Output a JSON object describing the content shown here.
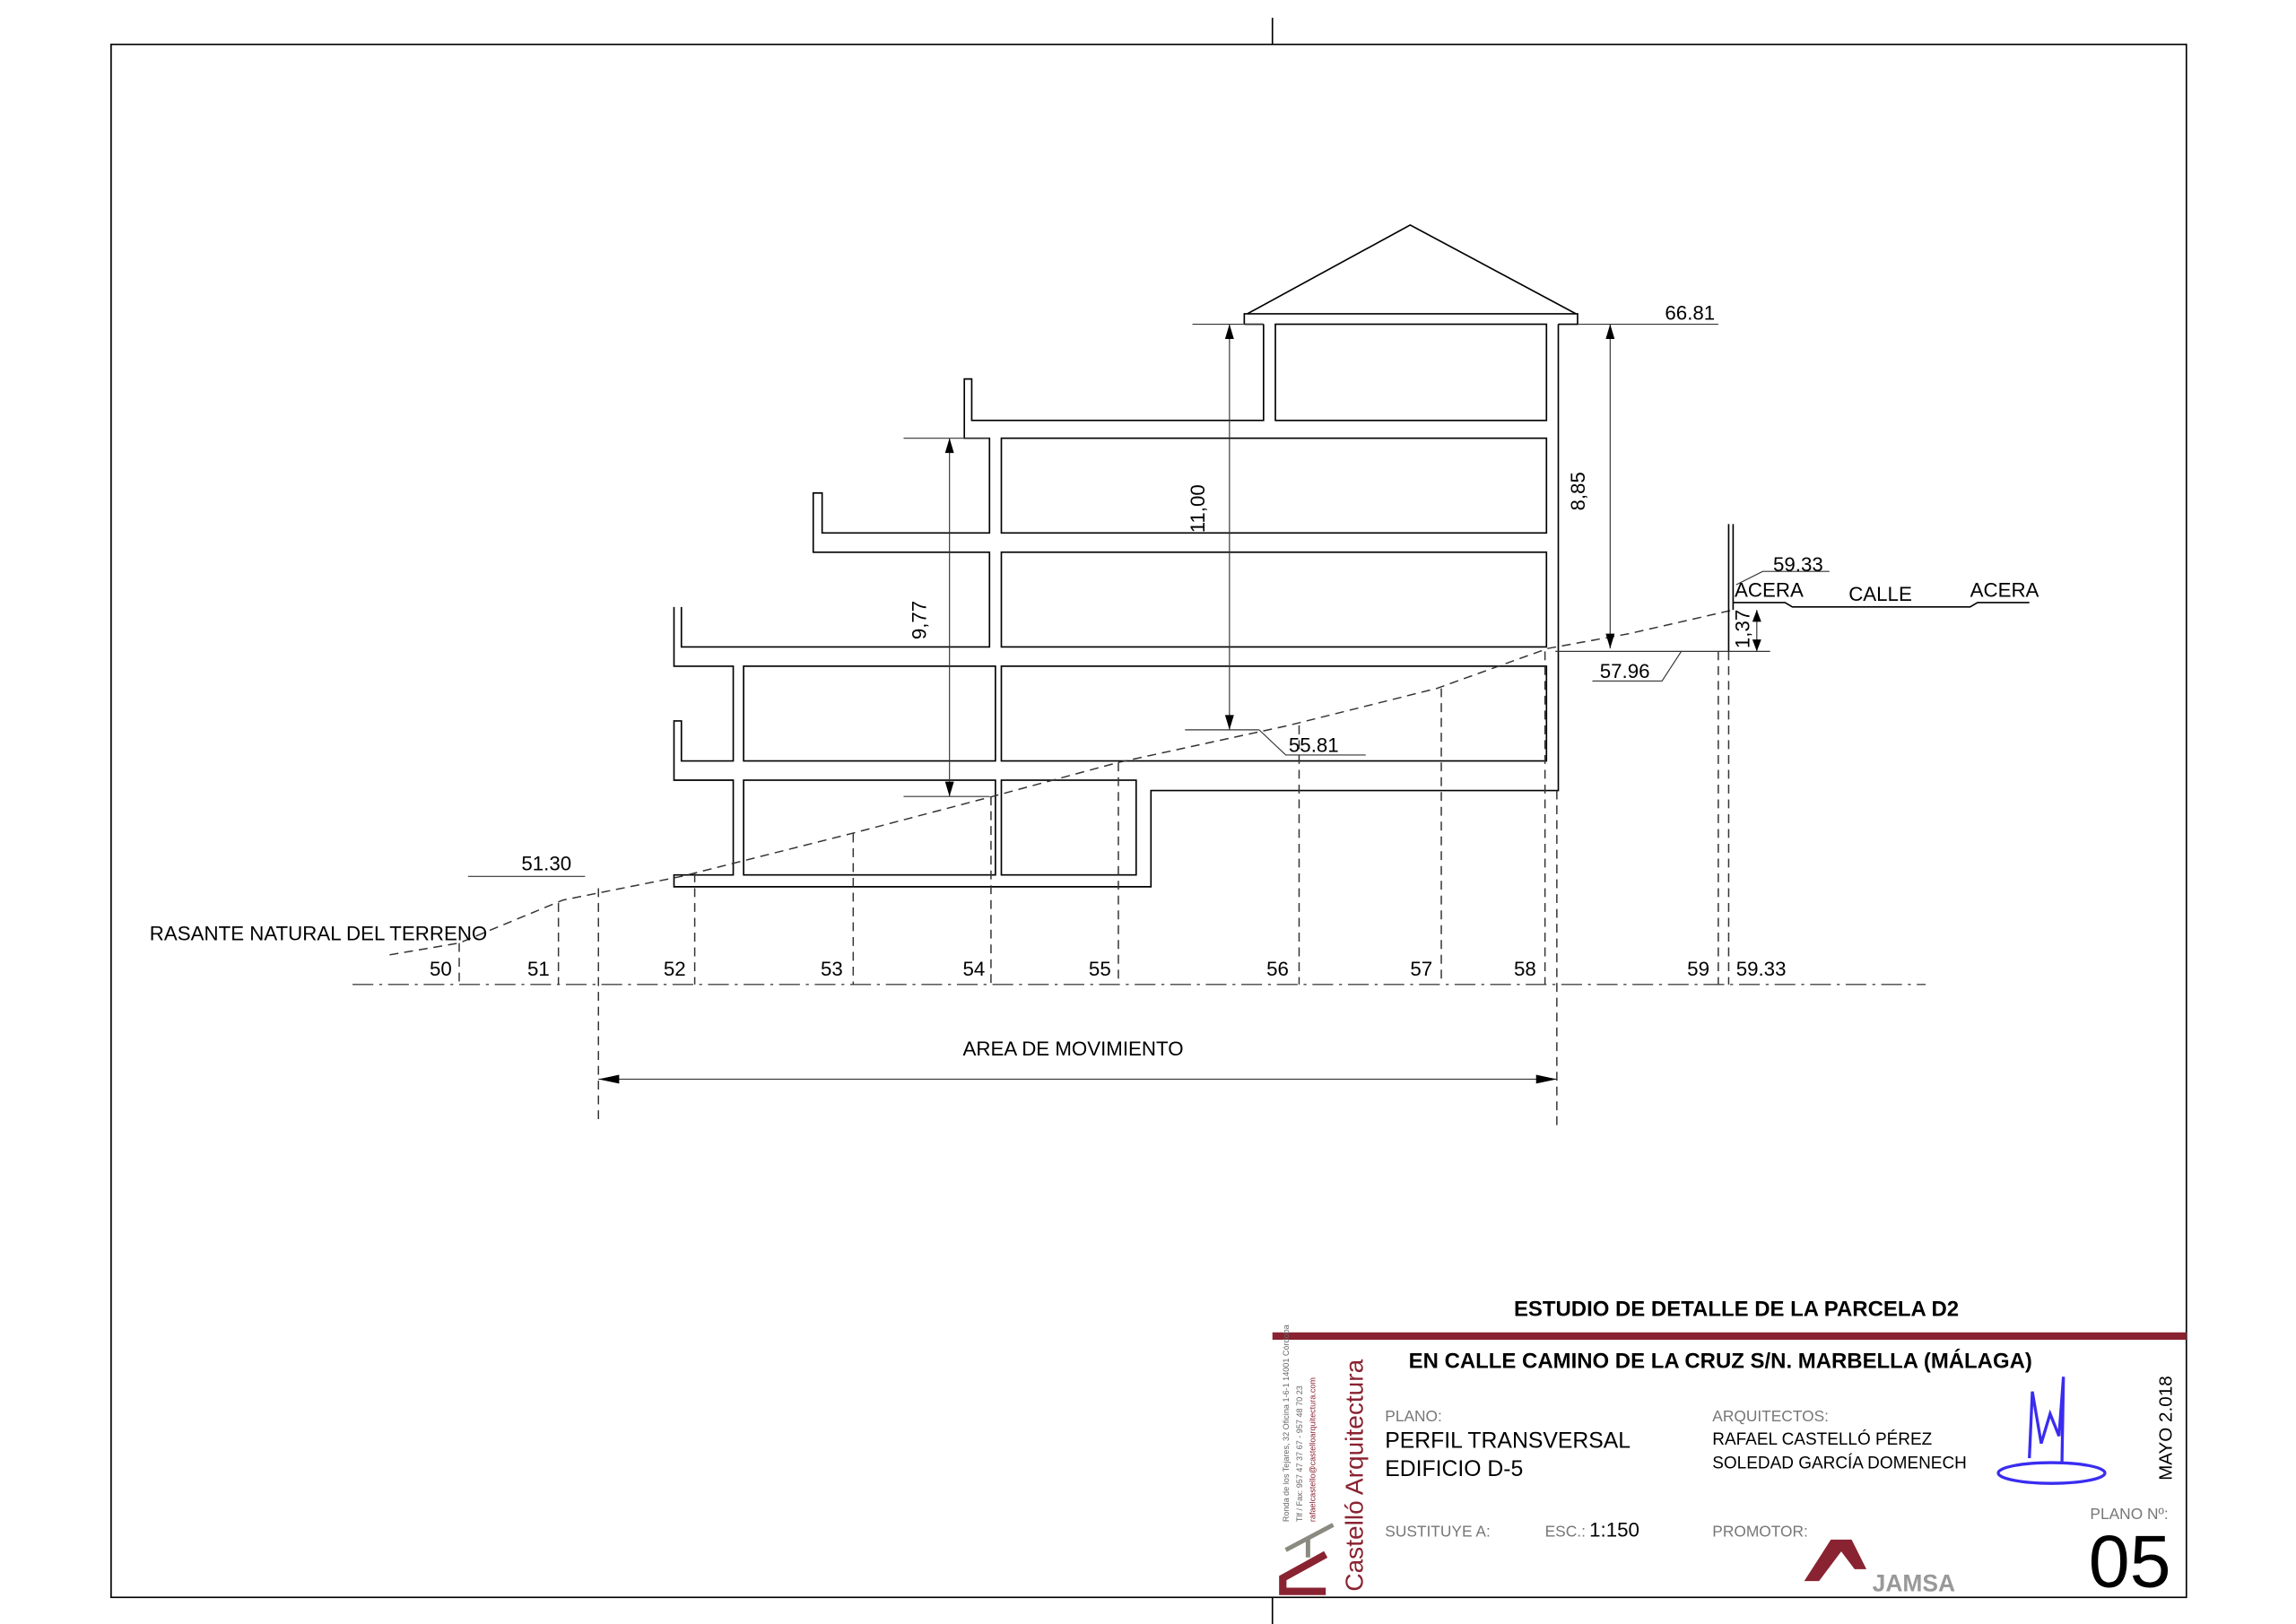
{
  "drawing": {
    "terrain_label": "RASANTE NATURAL DEL TERRENO",
    "levels": {
      "top": "66.81",
      "street": "59.33",
      "ground_right": "57.96",
      "mid": "55.81",
      "left": "51.30"
    },
    "dimensions": {
      "d885": "8,85",
      "d1100": "11,00",
      "d977": "9,77",
      "d137": "1,37"
    },
    "street": {
      "acera_left": "ACERA",
      "calle": "CALLE",
      "acera_right": "ACERA"
    },
    "stations": [
      "50",
      "51",
      "52",
      "53",
      "54",
      "55",
      "56",
      "57",
      "58",
      "59",
      "59.33"
    ],
    "area_label": "AREA DE MOVIMIENTO"
  },
  "title_block": {
    "title": "ESTUDIO DE DETALLE DE LA PARCELA D2",
    "subtitle": "EN CALLE CAMINO DE LA CRUZ S/N. MARBELLA (MÁLAGA)",
    "plano_label": "PLANO:",
    "plano_line1": "PERFIL TRANSVERSAL",
    "plano_line2": "EDIFICIO D-5",
    "arquitectos_label": "ARQUITECTOS:",
    "arquitecto1": "RAFAEL CASTELLÓ PÉREZ",
    "arquitecto2": "SOLEDAD GARCÍA DOMENECH",
    "date": "MAYO 2.018",
    "sustituye_label": "SUSTITUYE A:",
    "escala_label": "ESC.:",
    "escala_value": "1:150",
    "promotor_label": "PROMOTOR:",
    "promotor_logo": "JAMSA",
    "plano_no_label": "PLANO Nº:",
    "plano_no": "05",
    "firm_name": "Castelló Arquitectura",
    "firm_address": "Ronda de los Tejares, 32 Oficina 1-6-1  14001 Córdoba",
    "firm_phone": "Tlf / Fax: 957 47 37 67 - 957 48 70 23",
    "firm_email": "rafaelcastello@castelloarquitectura.com",
    "brand_color": "#8a2331"
  }
}
